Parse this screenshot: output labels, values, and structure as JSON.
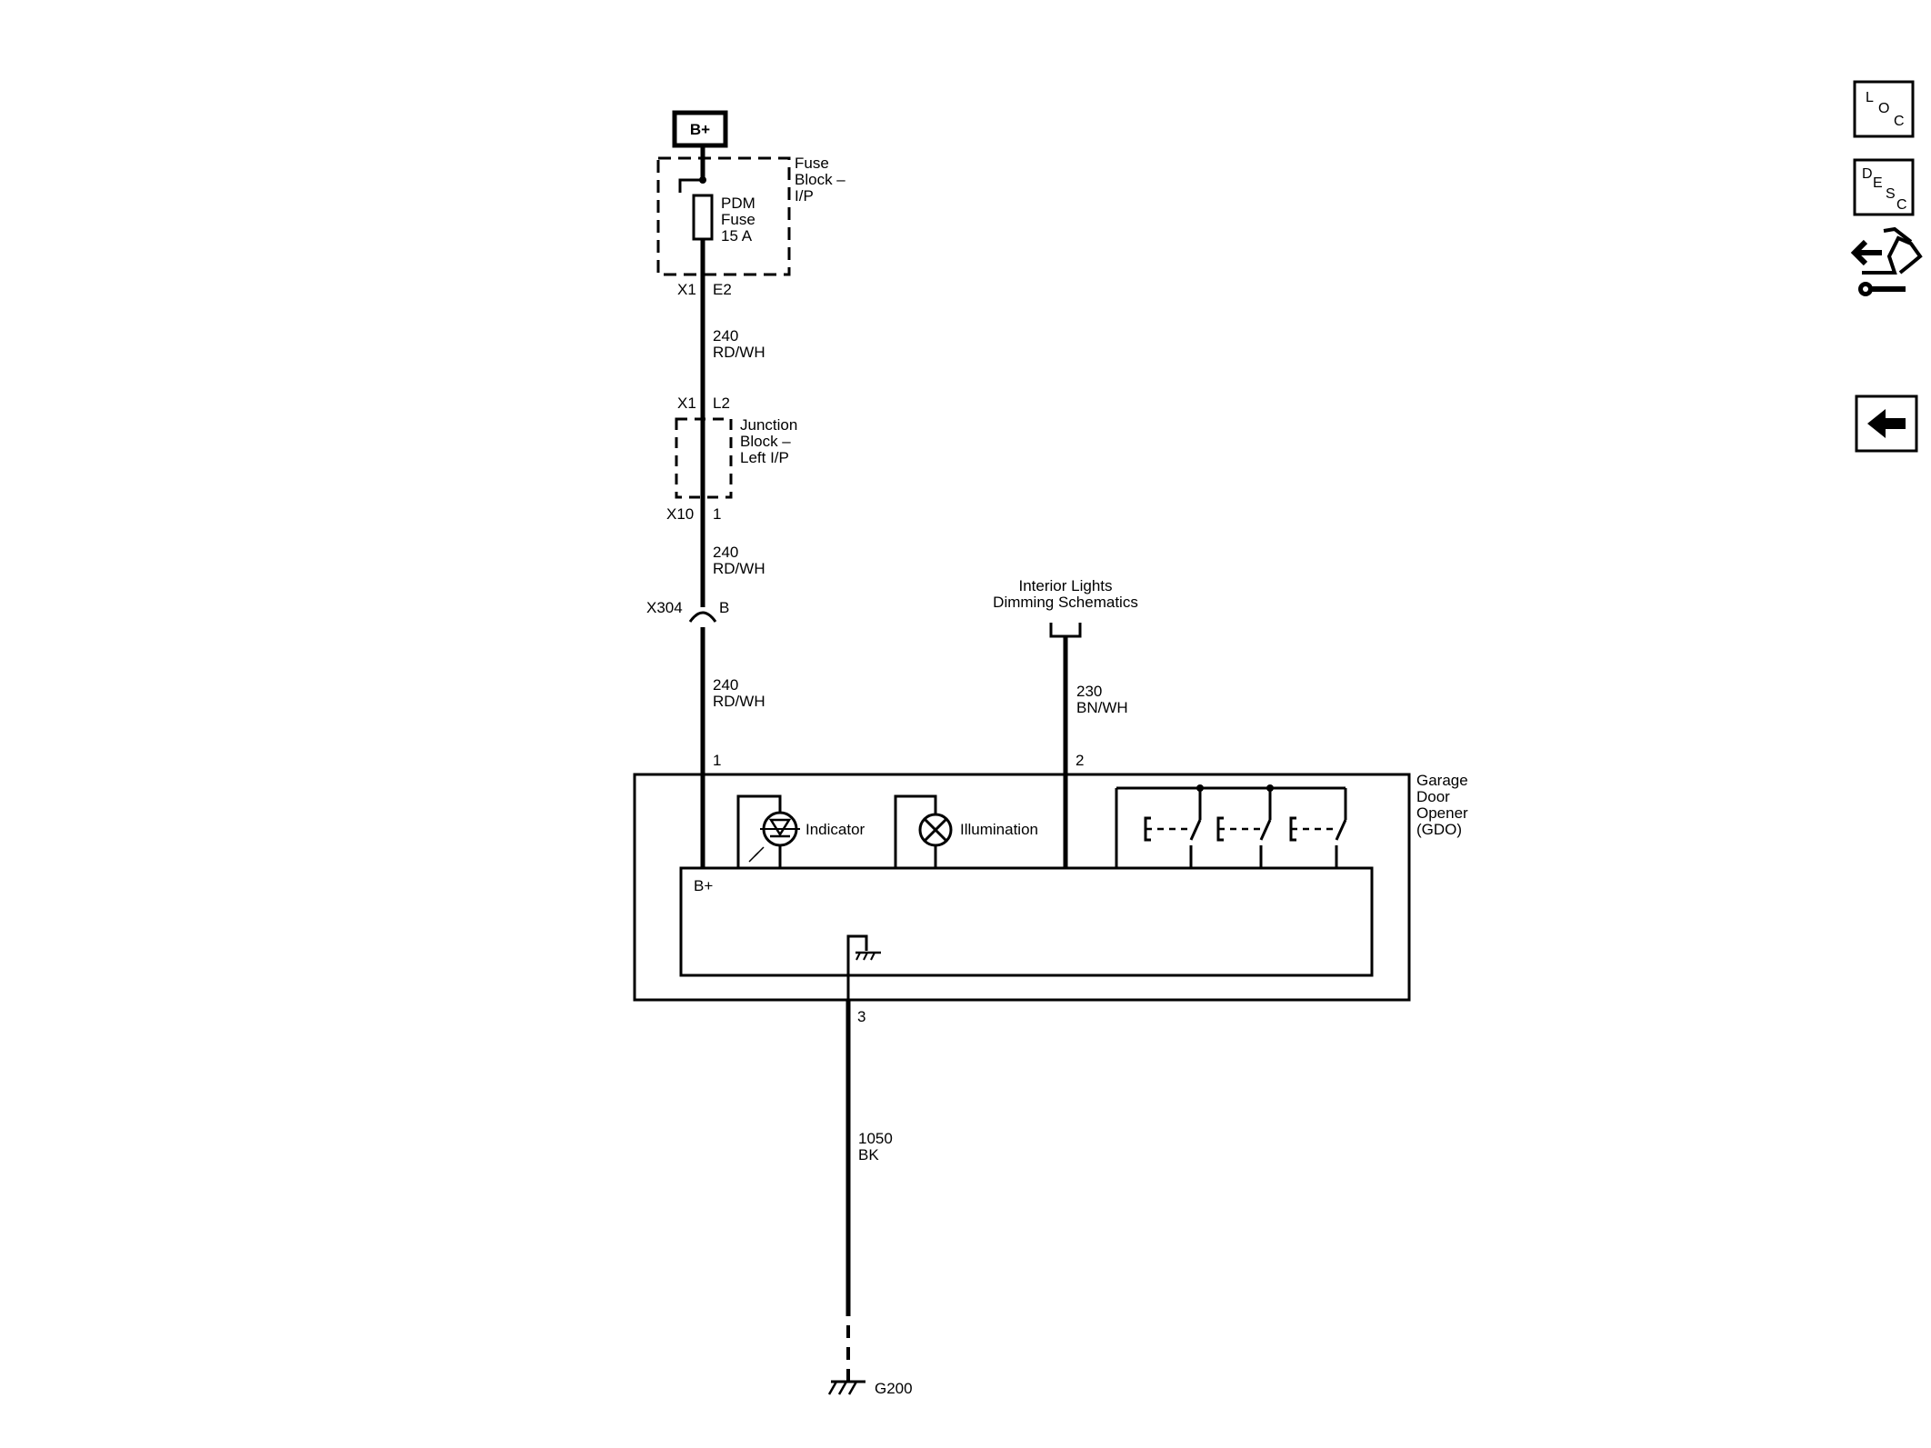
{
  "power": {
    "label": "B+"
  },
  "fuse_block": {
    "name_lines": [
      "Fuse",
      "Block –",
      "I/P"
    ],
    "fuse_lines": [
      "PDM",
      "Fuse",
      "15 A"
    ],
    "connector": "X1",
    "pin": "E2"
  },
  "wire_240_a": {
    "circuit": "240",
    "color": "RD/WH"
  },
  "junction_block": {
    "name_lines": [
      "Junction",
      "Block –",
      "Left I/P"
    ],
    "top_connector": "X1",
    "top_pin": "L2",
    "bottom_connector": "X10",
    "bottom_pin": "1"
  },
  "wire_240_b": {
    "circuit": "240",
    "color": "RD/WH"
  },
  "inline_connector": {
    "name": "X304",
    "pin": "B"
  },
  "wire_240_c": {
    "circuit": "240",
    "color": "RD/WH"
  },
  "interior_lights": {
    "lines": [
      "Interior Lights",
      "Dimming Schematics"
    ]
  },
  "wire_230": {
    "circuit": "230",
    "color": "BN/WH"
  },
  "gdo": {
    "name_lines": [
      "Garage",
      "Door",
      "Opener",
      "(GDO)"
    ],
    "pin1": "1",
    "pin2": "2",
    "pin3": "3",
    "indicator_label": "Indicator",
    "illumination_label": "Illumination",
    "bplus_label": "B+"
  },
  "wire_1050": {
    "circuit": "1050",
    "color": "BK"
  },
  "ground": {
    "name": "G200"
  },
  "nav": {
    "loc": {
      "main": "O",
      "sup": "L",
      "sub": "C"
    },
    "desc": {
      "main": "E",
      "sup": "D",
      "sub2": "S",
      "sub": "C"
    }
  }
}
